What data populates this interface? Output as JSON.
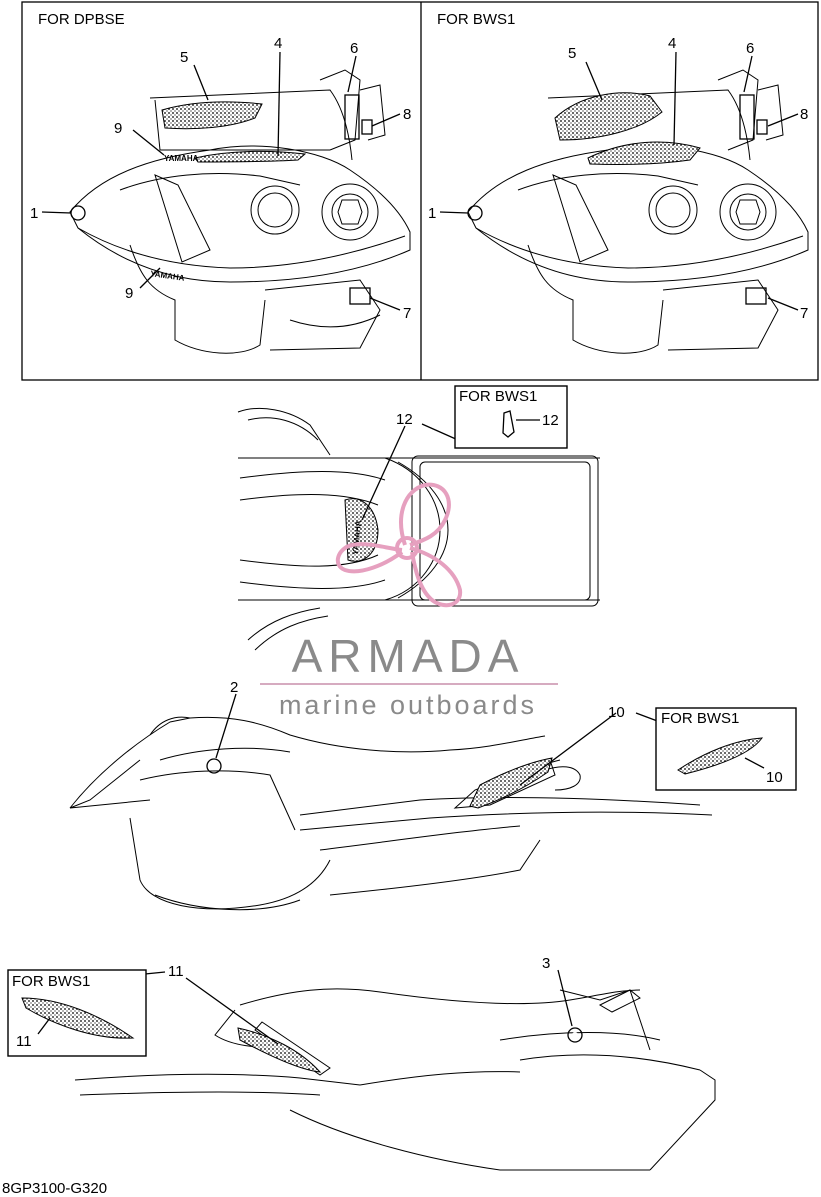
{
  "panels": {
    "dpbse_title": "FOR DPBSE",
    "bws1_title": "FOR BWS1"
  },
  "insets": {
    "top": "FOR BWS1",
    "middle": "FOR BWS1",
    "bottom": "FOR BWS1"
  },
  "callouts": {
    "p1": [
      "1",
      "9",
      "5",
      "4",
      "6",
      "8",
      "9",
      "7"
    ],
    "p2": [
      "5",
      "4",
      "6",
      "8",
      "1",
      "7"
    ],
    "c12": "12",
    "c12b": "12",
    "c2": "2",
    "c10": "10",
    "c10b": "10",
    "c3": "3",
    "c11": "11",
    "c11b": "11"
  },
  "decal_text": "YAMAHA",
  "watermark": {
    "brand": "ARMADA",
    "tagline": "marine outboards",
    "colors": {
      "text": "#8a8a8a",
      "logo": "#e6a0bf",
      "rule": "#c98fab"
    }
  },
  "footer": {
    "code": "8GP3100-G320"
  }
}
